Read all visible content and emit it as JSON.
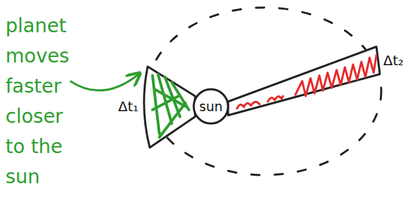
{
  "diagram": {
    "nodes": [
      {
        "text": [
          "sun"
        ]
      }
    ],
    "labels": [
      "planet moves faster closer to the sun",
      "Δt₁",
      "Δt₂"
    ]
  }
}
